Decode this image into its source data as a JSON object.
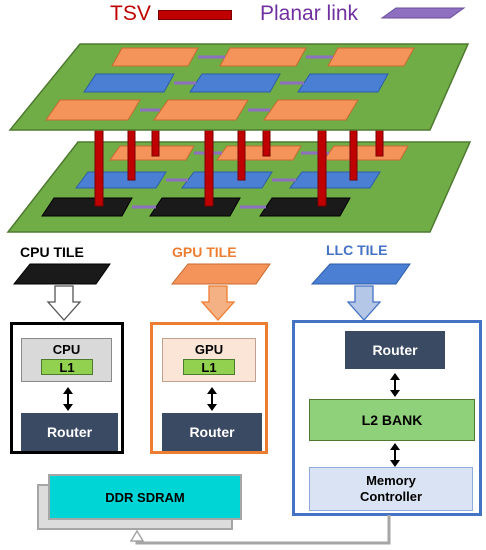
{
  "legend": {
    "tsv_label": "TSV",
    "planar_label": "Planar link",
    "tsv_color": "#c00000",
    "planar_color": "#7030a0"
  },
  "colors": {
    "layer_green": "#70ad47",
    "cpu_black": "#1a1a1a",
    "gpu_orange": "#f4945a",
    "llc_blue": "#4a7fd4",
    "router_navy": "#3b4a63",
    "l1_green": "#92d050",
    "l2_green": "#8fd07a",
    "ddr_cyan": "#00d5d5"
  },
  "tiles": {
    "cpu": {
      "title": "CPU TILE",
      "core_label": "CPU",
      "cache_label": "L1",
      "router_label": "Router"
    },
    "gpu": {
      "title": "GPU TILE",
      "core_label": "GPU",
      "cache_label": "L1",
      "router_label": "Router"
    },
    "llc": {
      "title": "LLC TILE",
      "router_label": "Router",
      "bank_label": "L2 BANK",
      "mem_ctrl_label": "Memory Controller"
    }
  },
  "memory": {
    "ddr_label": "DDR SDRAM"
  }
}
